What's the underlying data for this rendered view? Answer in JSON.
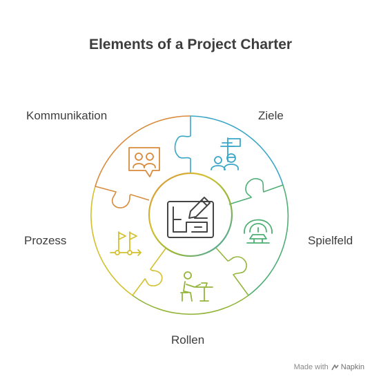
{
  "title": "Elements of a Project Charter",
  "segments": [
    {
      "label": "Kommunikation",
      "icon": "chat-people-icon",
      "color": "#d98a3a"
    },
    {
      "label": "Ziele",
      "icon": "team-flag-icon",
      "color": "#3aa6c7"
    },
    {
      "label": "Spielfeld",
      "icon": "arena-icon",
      "color": "#4fae74"
    },
    {
      "label": "Rollen",
      "icon": "person-at-desk-icon",
      "color": "#93b53a"
    },
    {
      "label": "Prozess",
      "icon": "flag-path-icon",
      "color": "#d3c02f"
    }
  ],
  "center": {
    "icon": "blueprint-pencil-icon",
    "color": "#444444"
  },
  "watermark": {
    "prefix": "Made with",
    "brand": "Napkin"
  }
}
